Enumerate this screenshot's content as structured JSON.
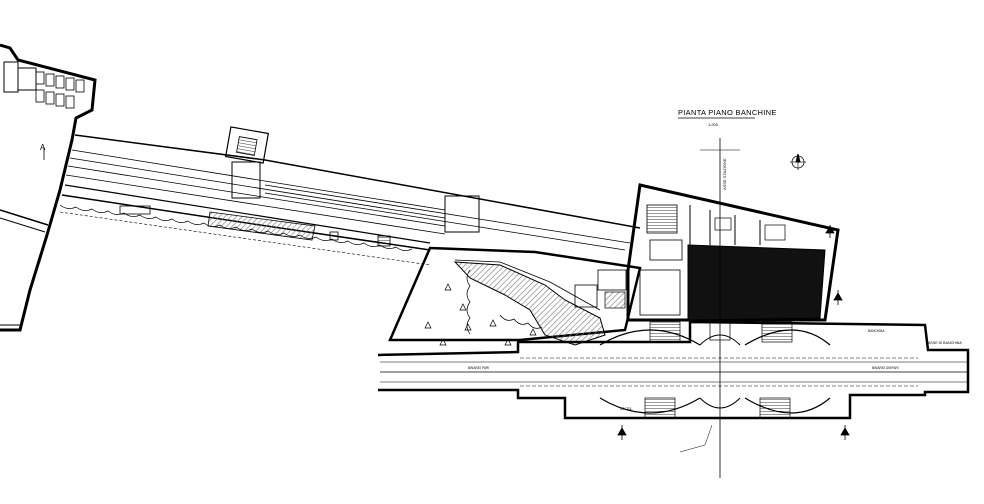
{
  "drawing": {
    "title": "PIANTA PIANO BANCHINE",
    "scale": "1:200"
  },
  "labels": {
    "asse_stazione": "ASSE STAZIONE",
    "asse_banchine": "ASSE DI BANCHINA",
    "banchina": "BANCHINA",
    "binario_pari": "BINARIO PARI",
    "binario_dispari": "BINARIO DISPARI",
    "uscita": "USCITA"
  },
  "colors": {
    "line": "#000000",
    "hatch": "#9a9a9a",
    "solid_block": "#111111",
    "background": "#ffffff"
  },
  "icons": {
    "north_arrow": "north-arrow-icon",
    "section_marker": "section-marker-icon",
    "tree": "tree-icon"
  }
}
